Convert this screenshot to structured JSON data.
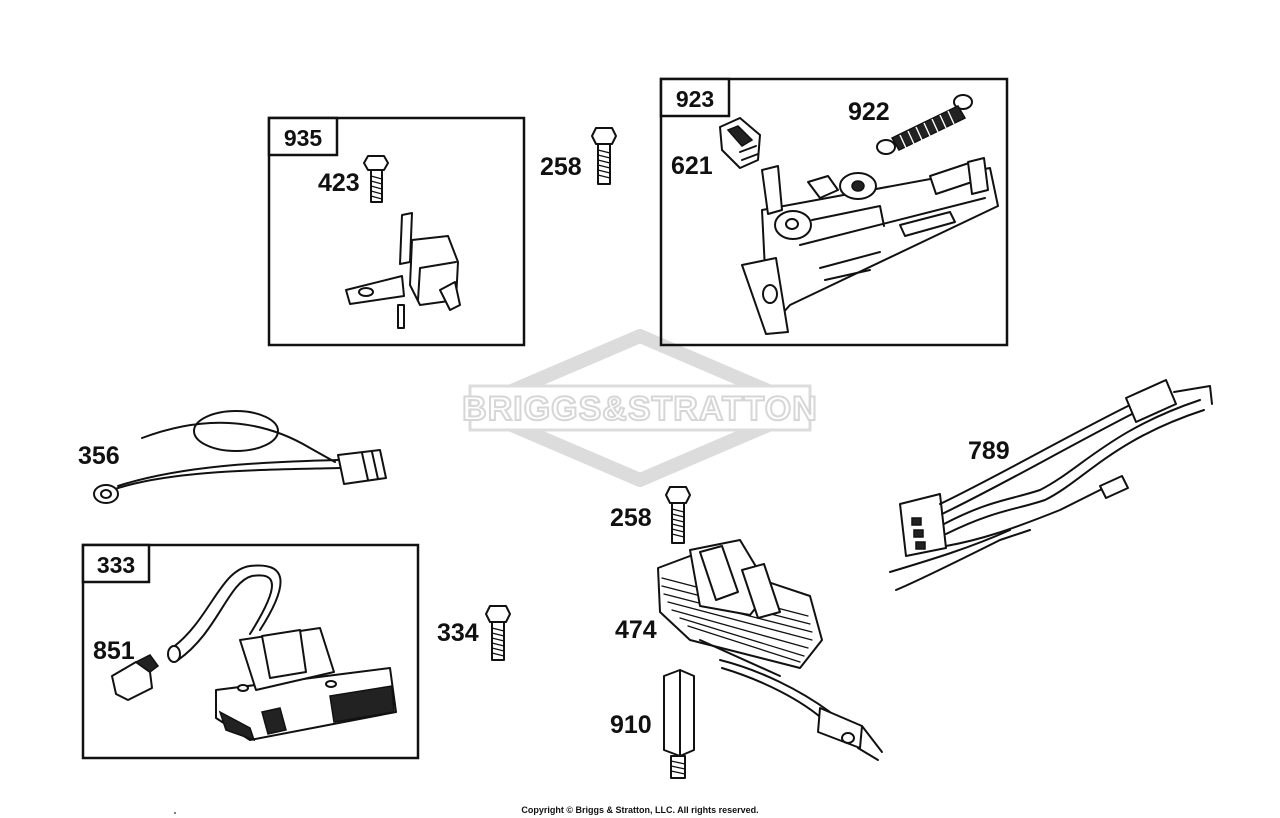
{
  "watermark": "BRIGGS&STRATTON",
  "copyright": "Copyright © Briggs & Stratton, LLC. All rights reserved.",
  "boxes": [
    {
      "label": "935"
    },
    {
      "label": "923"
    },
    {
      "label": "333"
    }
  ],
  "callouts": [
    {
      "label": "423"
    },
    {
      "label": "258"
    },
    {
      "label": "621"
    },
    {
      "label": "922"
    },
    {
      "label": "356"
    },
    {
      "label": "789"
    },
    {
      "label": "258"
    },
    {
      "label": "474"
    },
    {
      "label": "910"
    },
    {
      "label": "851"
    },
    {
      "label": "334"
    }
  ],
  "icons": [
    "briggs-stratton-logo",
    "bolt",
    "governor-bracket",
    "control-bracket",
    "spring",
    "clip",
    "ground-wire",
    "wire-harness",
    "ignition-armature",
    "spacer",
    "spark-plug-boot"
  ]
}
